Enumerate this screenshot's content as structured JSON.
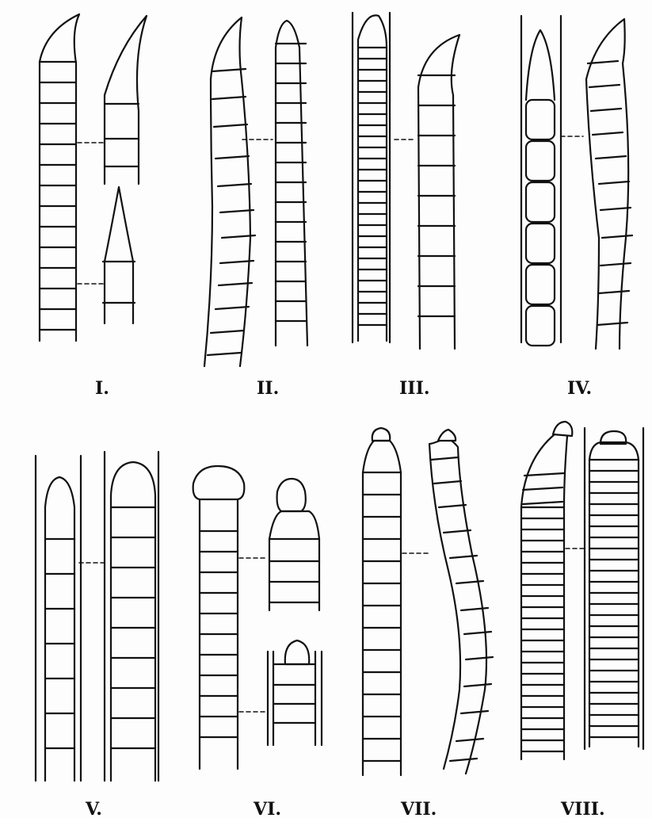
{
  "figure": {
    "panels": [
      {
        "id": "I",
        "label": "I."
      },
      {
        "id": "II",
        "label": "II."
      },
      {
        "id": "III",
        "label": "III."
      },
      {
        "id": "IV",
        "label": "IV."
      },
      {
        "id": "V",
        "label": "V."
      },
      {
        "id": "VI",
        "label": "VI."
      },
      {
        "id": "VII",
        "label": "VII."
      },
      {
        "id": "VIII",
        "label": "VIII."
      }
    ],
    "colors": {
      "ink": "#111111",
      "paper": "#fdfdfd"
    }
  }
}
